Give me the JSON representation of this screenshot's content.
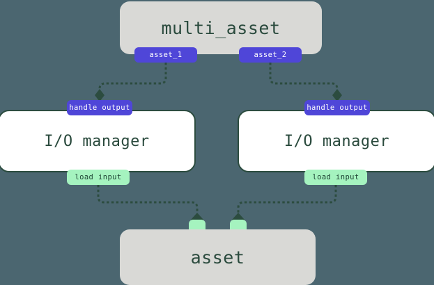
{
  "diagram": {
    "type": "asset-io-manager-flow",
    "background_color": "#4b6670",
    "edge_color": "#2c4c3f",
    "nodes": [
      {
        "id": "multi_asset",
        "label": "multi_asset",
        "kind": "asset",
        "fill": "#d9d9d6",
        "text_color": "#2a4a3d"
      },
      {
        "id": "io_manager_left",
        "label": "I/O manager",
        "kind": "io-manager",
        "fill": "#ffffff",
        "text_color": "#2a4a3d"
      },
      {
        "id": "io_manager_right",
        "label": "I/O manager",
        "kind": "io-manager",
        "fill": "#ffffff",
        "text_color": "#2a4a3d"
      },
      {
        "id": "asset",
        "label": "asset",
        "kind": "asset",
        "fill": "#d9d9d6",
        "text_color": "#2a4a3d"
      }
    ],
    "ports": {
      "multi_asset_out_1": "asset_1",
      "multi_asset_out_2": "asset_2",
      "io_left_in": "handle output",
      "io_right_in": "handle output",
      "io_left_out": "load input",
      "io_right_out": "load input"
    },
    "port_colors": {
      "output_badge_bg": "#4f46d8",
      "output_badge_text": "#ffffff",
      "input_badge_bg": "#a5f3bf",
      "input_badge_text": "#1e4434"
    },
    "edges": [
      {
        "from": "asset_1",
        "to": "io_manager_left.handle output"
      },
      {
        "from": "asset_2",
        "to": "io_manager_right.handle output"
      },
      {
        "from": "io_manager_left.load input",
        "to": "asset.input_1"
      },
      {
        "from": "io_manager_right.load input",
        "to": "asset.input_2"
      }
    ]
  }
}
